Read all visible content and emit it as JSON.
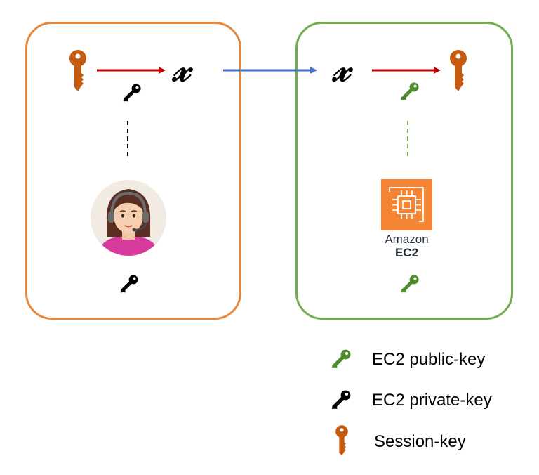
{
  "diagram": {
    "left_panel": {
      "name": "client",
      "symbol": "𝓍",
      "border_color": "#e8873a"
    },
    "right_panel": {
      "name": "server",
      "symbol": "𝓍",
      "border_color": "#72ac4d"
    },
    "ec2": {
      "line1": "Amazon",
      "line2": "EC2",
      "icon_color": "#f58534"
    },
    "colors": {
      "session_key": "#c55a11",
      "public_key": "#4c8c2b",
      "private_key": "#000000",
      "encrypt_arrow": "#c00000",
      "transfer_arrow": "#4472c4"
    }
  },
  "legend": {
    "items": [
      {
        "label": "EC2 public-key",
        "icon": "green-key-icon"
      },
      {
        "label": "EC2 private-key",
        "icon": "black-key-icon"
      },
      {
        "label": "Session-key",
        "icon": "orange-key-icon"
      }
    ]
  }
}
